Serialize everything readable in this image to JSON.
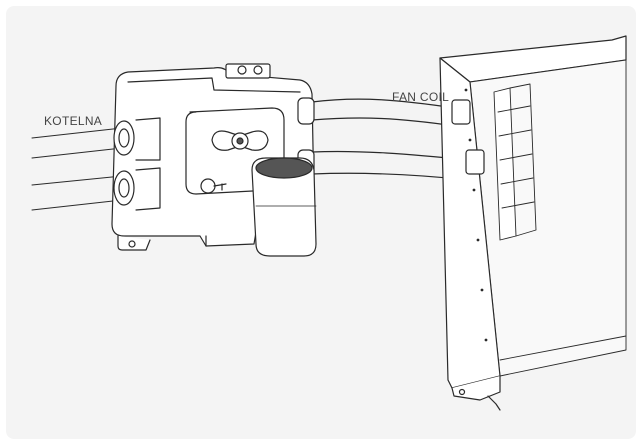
{
  "diagram": {
    "labels": {
      "left_connection": "KOTELNA",
      "right_connection": "FAN COIL"
    },
    "components": [
      {
        "name": "hydraulic-valve-unit",
        "icon": "valve-body"
      },
      {
        "name": "actuator",
        "icon": "actuator-head"
      },
      {
        "name": "fan-coil-unit",
        "icon": "fan-coil-housing"
      },
      {
        "name": "connecting-hoses",
        "icon": "flexible-hose"
      }
    ],
    "colors": {
      "background": "#f4f4f4",
      "stroke": "#2a2a2a",
      "fill": "#ffffff",
      "shade": "#555555"
    }
  }
}
